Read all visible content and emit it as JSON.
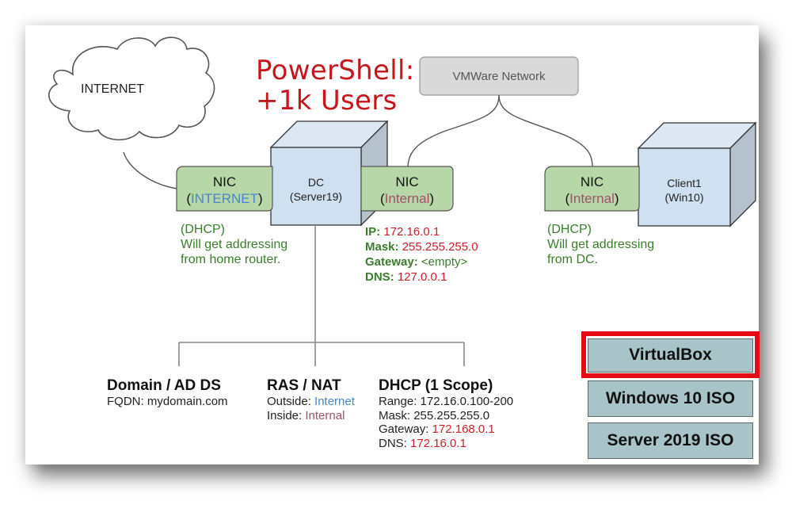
{
  "title": {
    "line1": "PowerShell:",
    "line2": "+1k Users"
  },
  "cloud": {
    "label": "INTERNET",
    "icon": "cloud-icon"
  },
  "vmware": {
    "label": "VMWare Network"
  },
  "dc": {
    "name": "DC",
    "os": "(Server19)",
    "nic_external": {
      "label": "NIC",
      "open": "(",
      "network": "INTERNET",
      "close": ")"
    },
    "nic_internal": {
      "label": "NIC",
      "open": "(",
      "network": "Internal",
      "close": ")"
    },
    "external_note": [
      "(DHCP)",
      "Will get addressing",
      "from home router."
    ],
    "internal_config": [
      {
        "key": "IP:",
        "value": "172.16.0.1",
        "value_color": "red"
      },
      {
        "key": "Mask:",
        "value": "255.255.255.0",
        "value_color": "red"
      },
      {
        "key": "Gateway:",
        "value": "<empty>",
        "value_color": "green"
      },
      {
        "key": "DNS:",
        "value": "127.0.0.1",
        "value_color": "red"
      }
    ]
  },
  "client": {
    "name": "Client1",
    "os": "(Win10)",
    "nic": {
      "label": "NIC",
      "open": "(",
      "network": "Internal",
      "close": ")"
    },
    "note": [
      "(DHCP)",
      "Will get addressing",
      "from DC."
    ]
  },
  "roles": [
    {
      "title": "Domain / AD DS",
      "lines": [
        {
          "label": "FQDN: ",
          "value": "mydomain.com"
        }
      ]
    },
    {
      "title": "RAS / NAT",
      "lines": [
        {
          "label": "Outside: ",
          "value": "Internet"
        },
        {
          "label": "Inside: ",
          "value": "Internal"
        }
      ]
    },
    {
      "title": "DHCP (1 Scope)",
      "lines": [
        {
          "label": "Range: ",
          "value": "172.16.0.100-200"
        },
        {
          "label": "Mask: ",
          "value": "255.255.255.0"
        },
        {
          "label": "Gateway: ",
          "value": "172.168.0.1"
        },
        {
          "label": "DNS: ",
          "value": "172.16.0.1"
        }
      ]
    }
  ],
  "requirements": {
    "highlighted": "VirtualBox",
    "items": [
      "VirtualBox",
      "Windows 10 ISO",
      "Server 2019 ISO"
    ]
  },
  "colors": {
    "title_red": "#c4161c",
    "nic_green": "#b7d7a8",
    "cube_blue": "#cfe0f1",
    "note_green": "#3a7d2c",
    "value_red": "#c9202a",
    "internet_blue": "#4a86c8",
    "internal_mauve": "#a0506a",
    "button_teal": "#a9c4c8",
    "highlight_red": "#e50914"
  }
}
